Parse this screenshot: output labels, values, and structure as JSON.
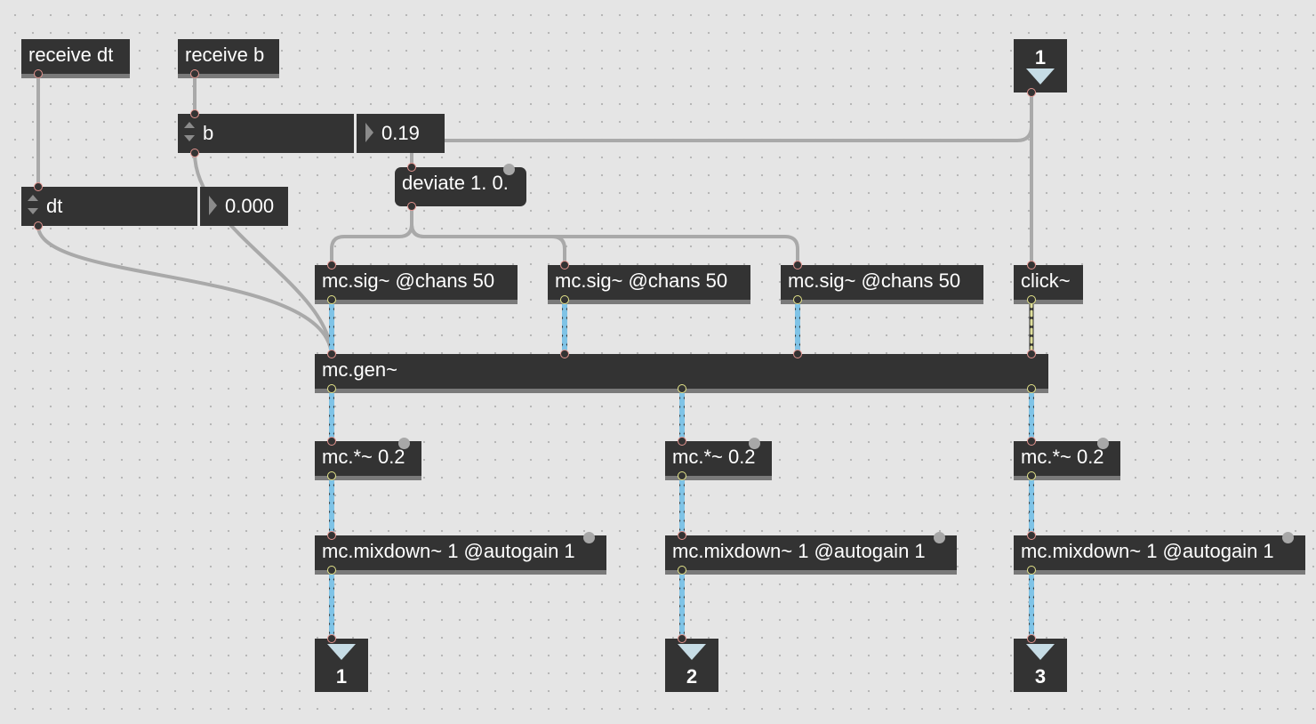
{
  "patcher": {
    "objects": {
      "receive_dt": "receive dt",
      "receive_b": "receive b",
      "deviate": "deviate 1. 0.",
      "mc_sig_1": "mc.sig~ @chans 50",
      "mc_sig_2": "mc.sig~ @chans 50",
      "mc_sig_3": "mc.sig~ @chans 50",
      "click": "click~",
      "mc_gen": "mc.gen~",
      "mc_mul_1": "mc.*~ 0.2",
      "mc_mul_2": "mc.*~ 0.2",
      "mc_mul_3": "mc.*~ 0.2",
      "mixdown_1": "mc.mixdown~ 1 @autogain 1",
      "mixdown_2": "mc.mixdown~ 1 @autogain 1",
      "mixdown_3": "mc.mixdown~ 1 @autogain 1"
    },
    "params": {
      "b": {
        "name": "b",
        "value": "0.19"
      },
      "dt": {
        "name": "dt",
        "value": "0.000"
      }
    },
    "inlet": {
      "number": "1"
    },
    "outlets": [
      "1",
      "2",
      "3"
    ]
  },
  "colors": {
    "canvas": "#e5e5e5",
    "object": "#333333",
    "cord": "#a9a9a9",
    "mc_cord": "#7fc3e6",
    "signal_cord": "#dede9a",
    "inlet_port": "#e4948f",
    "outlet_port": "#e6e68a"
  }
}
